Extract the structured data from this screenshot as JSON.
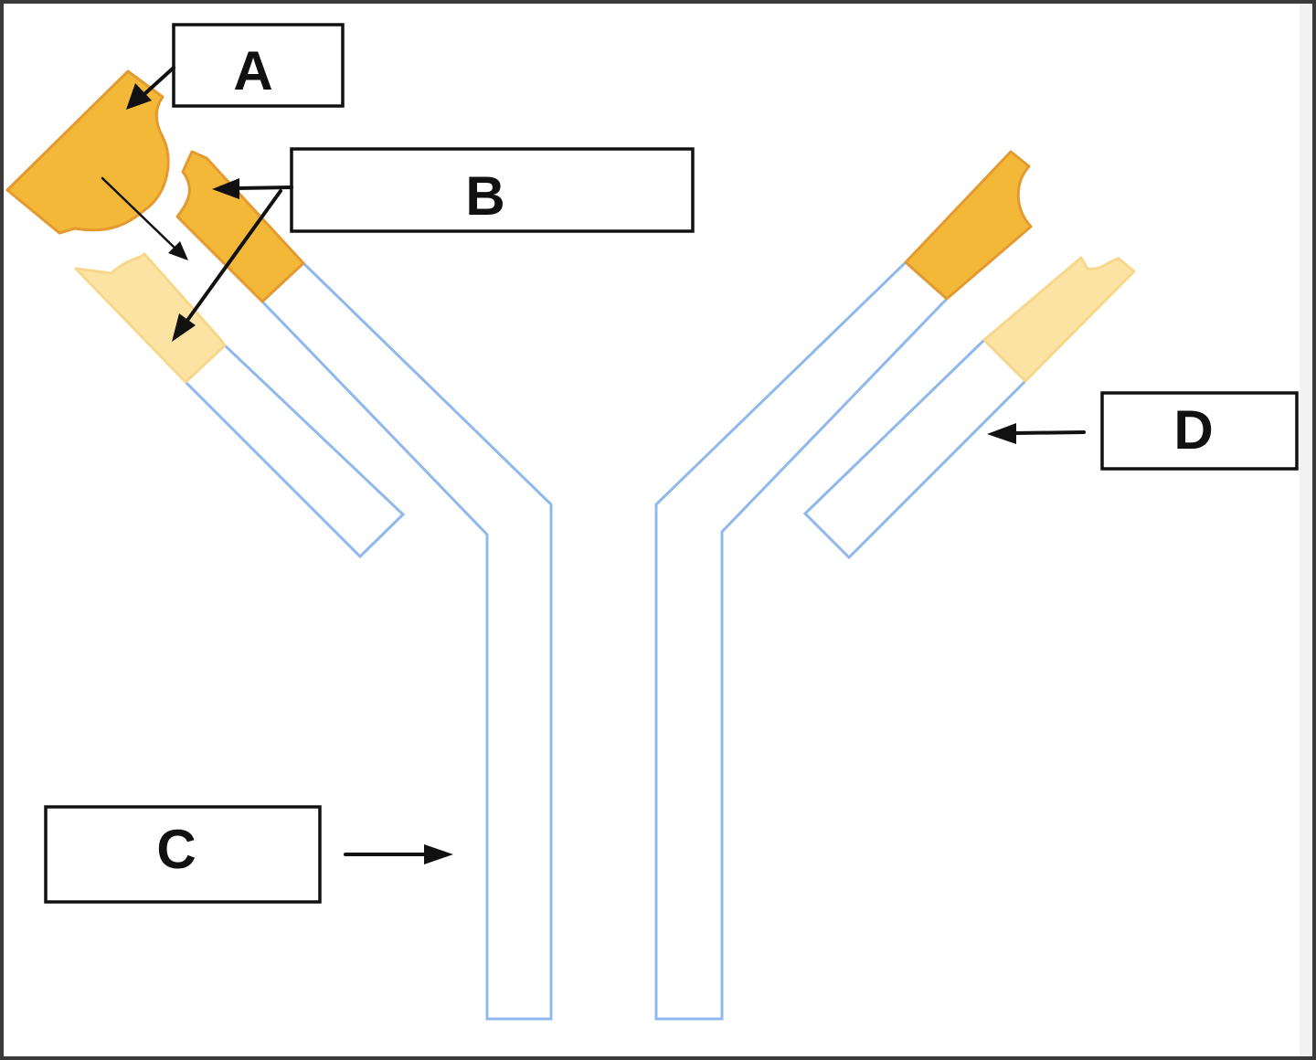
{
  "labels": {
    "a": "A",
    "b": "B",
    "c": "C",
    "d": "D"
  },
  "colors": {
    "chain_outline": "#8fb8ec",
    "chain_fill_edge": "#c3dcf6",
    "chain_fill_center": "#ffffff",
    "variable_region_dark": "#f3b838",
    "variable_region_light": "#fce3a3",
    "label_border": "#111111"
  }
}
